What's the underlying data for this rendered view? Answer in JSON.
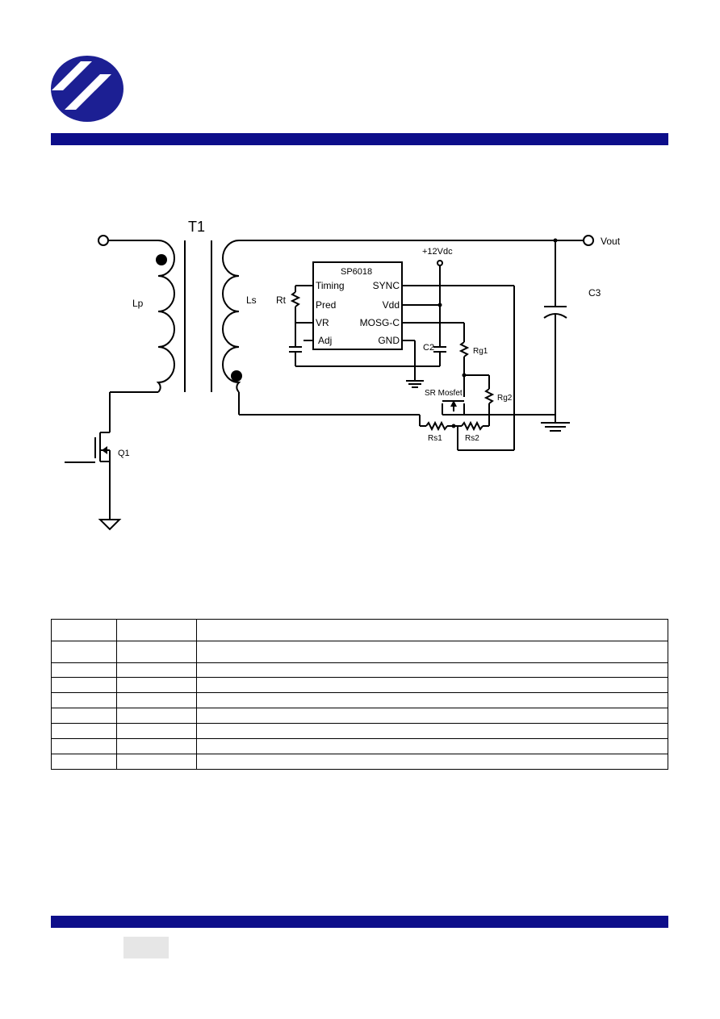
{
  "colors": {
    "brand_blue": "#0d0e8a",
    "logo_blue": "#1c1f93",
    "page_box_gray": "#e6e6e6"
  },
  "logo": {
    "icon": "company-logo-icon"
  },
  "schematic": {
    "labels": {
      "transformer": "T1",
      "primary": "Lp",
      "secondary": "Ls",
      "transistor": "Q1",
      "output": "Vout",
      "output_cap": "C3",
      "supply": "+12Vdc",
      "timing_resistor": "Rt",
      "cap2": "C2",
      "rg1": "Rg1",
      "rg2": "Rg2",
      "sr_mosfet": "SR Mosfet",
      "rs1": "Rs1",
      "rs2": "Rs2"
    },
    "ic": {
      "name": "SP6018",
      "left_pins": [
        "Timing",
        "Pred",
        "VR",
        "Adj"
      ],
      "right_pins": [
        "SYNC",
        "Vdd",
        "MOSG-C",
        "GND"
      ]
    }
  },
  "table": {
    "rows": [
      [
        "",
        "",
        ""
      ],
      [
        "",
        "",
        ""
      ],
      [
        "",
        "",
        ""
      ],
      [
        "",
        "",
        ""
      ],
      [
        "",
        "",
        ""
      ],
      [
        "",
        "",
        ""
      ],
      [
        "",
        "",
        ""
      ],
      [
        "",
        "",
        ""
      ],
      [
        "",
        "",
        ""
      ]
    ]
  },
  "footer": {
    "page_label": ""
  }
}
